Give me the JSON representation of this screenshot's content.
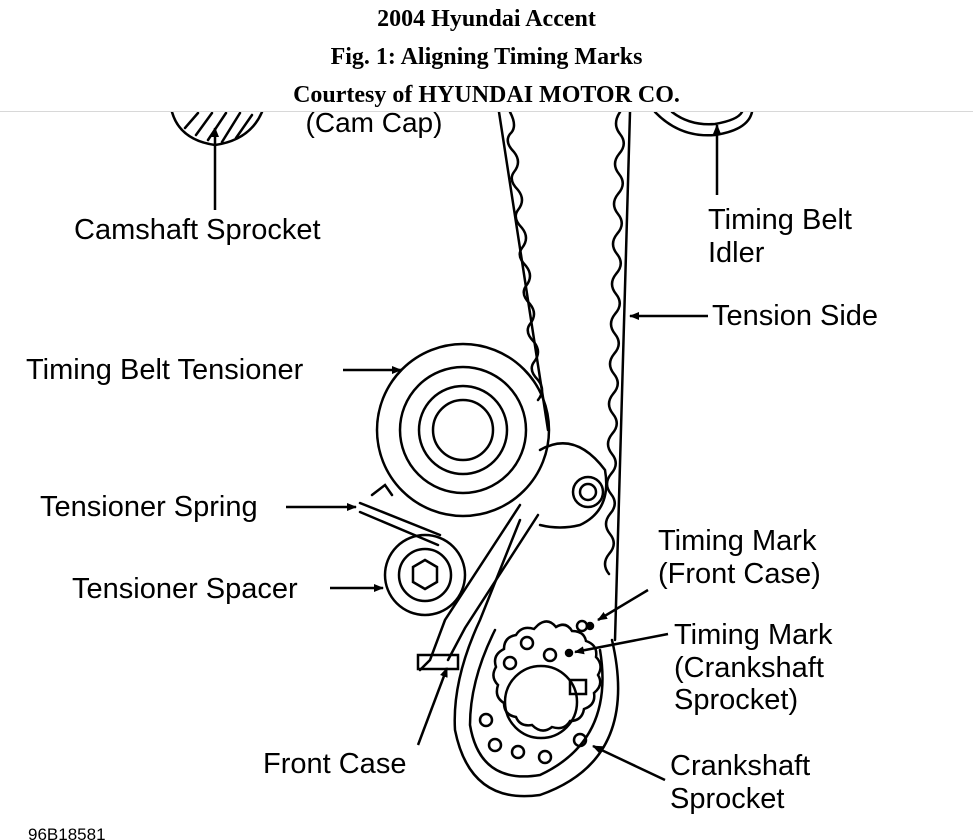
{
  "header": {
    "line1": "2004 Hyundai Accent",
    "line2": "Fig. 1: Aligning Timing Marks",
    "line3": "Courtesy of HYUNDAI MOTOR CO."
  },
  "labels": {
    "cam_cap": "(Cam Cap)",
    "camshaft_sprocket": "Camshaft Sprocket",
    "idler_line1": "Timing Belt",
    "idler_line2": "Idler",
    "tension_side": "Tension Side",
    "tensioner": "Timing Belt Tensioner",
    "spring": "Tensioner Spring",
    "spacer": "Tensioner Spacer",
    "mark_front_line1": "Timing Mark",
    "mark_front_line2": "(Front Case)",
    "mark_crank_line1": "Timing Mark",
    "mark_crank_line2": "(Crankshaft",
    "mark_crank_line3": "Sprocket)",
    "front_case": "Front Case",
    "crank_line1": "Crankshaft",
    "crank_line2": "Sprocket",
    "figure_code": "96B18581"
  },
  "colors": {
    "ink": "#000000",
    "background": "#ffffff"
  }
}
